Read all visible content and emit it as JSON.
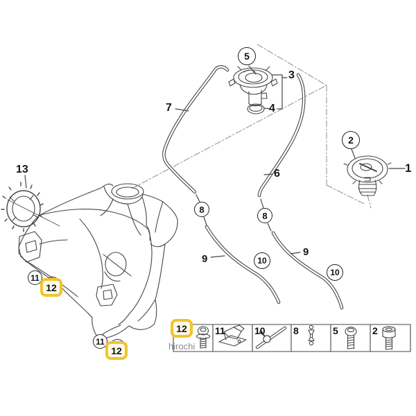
{
  "diagram": {
    "callouts": [
      {
        "text": "13",
        "shape": "plain"
      },
      {
        "text": "7",
        "shape": "plain"
      },
      {
        "text": "5",
        "shape": "circle"
      },
      {
        "text": "3",
        "shape": "plain"
      },
      {
        "text": "4",
        "shape": "plain"
      },
      {
        "text": "2",
        "shape": "circle"
      },
      {
        "text": "1",
        "shape": "plain"
      },
      {
        "text": "6",
        "shape": "plain"
      },
      {
        "text": "8",
        "shape": "circle"
      },
      {
        "text": "8",
        "shape": "circle"
      },
      {
        "text": "9",
        "shape": "plain"
      },
      {
        "text": "9",
        "shape": "plain"
      },
      {
        "text": "10",
        "shape": "circle"
      },
      {
        "text": "10",
        "shape": "circle"
      },
      {
        "text": "11",
        "shape": "circle"
      },
      {
        "text": "12",
        "shape": "highlight"
      },
      {
        "text": "11",
        "shape": "circle"
      },
      {
        "text": "12",
        "shape": "highlight"
      }
    ],
    "legend": {
      "cells": [
        {
          "number": "12",
          "icon": "flange-bolt-icon",
          "highlighted": true
        },
        {
          "number": "11",
          "icon": "retaining-clip-icon",
          "highlighted": false
        },
        {
          "number": "10",
          "icon": "hose-with-clamp-icon",
          "highlighted": false
        },
        {
          "number": "8",
          "icon": "connector-valve-icon",
          "highlighted": false
        },
        {
          "number": "5",
          "icon": "pan-head-screw-icon",
          "highlighted": false
        },
        {
          "number": "2",
          "icon": "socket-head-screw-icon",
          "highlighted": false
        }
      ]
    },
    "watermark": "hirochi",
    "colors": {
      "highlight_yellow": "#F2C42A",
      "line": "#454545",
      "dash_line": "#8C8C8C"
    }
  }
}
